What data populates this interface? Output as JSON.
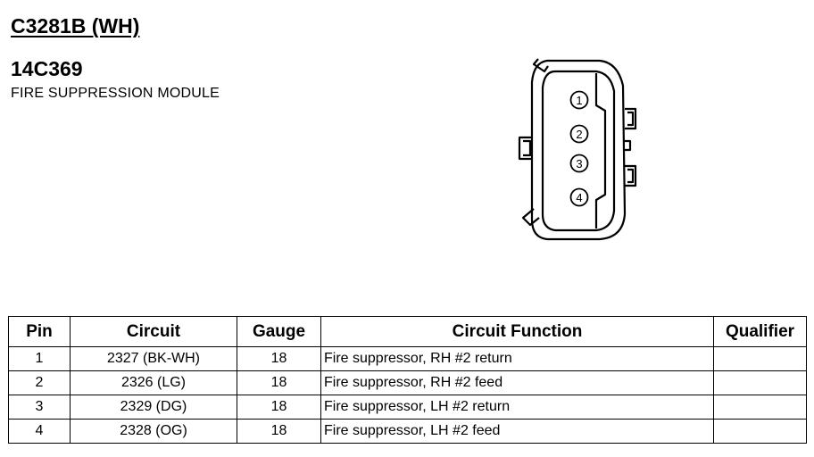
{
  "connector": {
    "id": "C3281B (WH)",
    "part_number": "14C369",
    "module_name": "FIRE SUPPRESSION MODULE"
  },
  "connector_face": {
    "pin_labels": [
      "1",
      "2",
      "3",
      "4"
    ]
  },
  "pin_table": {
    "headers": {
      "pin": "Pin",
      "circuit": "Circuit",
      "gauge": "Gauge",
      "circuit_function": "Circuit Function",
      "qualifier": "Qualifier"
    },
    "rows": [
      {
        "pin": "1",
        "circuit": "2327 (BK-WH)",
        "gauge": "18",
        "circuit_function": "Fire suppressor, RH #2 return",
        "qualifier": ""
      },
      {
        "pin": "2",
        "circuit": "2326 (LG)",
        "gauge": "18",
        "circuit_function": "Fire suppressor, RH #2 feed",
        "qualifier": ""
      },
      {
        "pin": "3",
        "circuit": "2329 (DG)",
        "gauge": "18",
        "circuit_function": "Fire suppressor, LH #2 return",
        "qualifier": ""
      },
      {
        "pin": "4",
        "circuit": "2328 (OG)",
        "gauge": "18",
        "circuit_function": "Fire suppressor, LH #2 feed",
        "qualifier": ""
      }
    ]
  }
}
